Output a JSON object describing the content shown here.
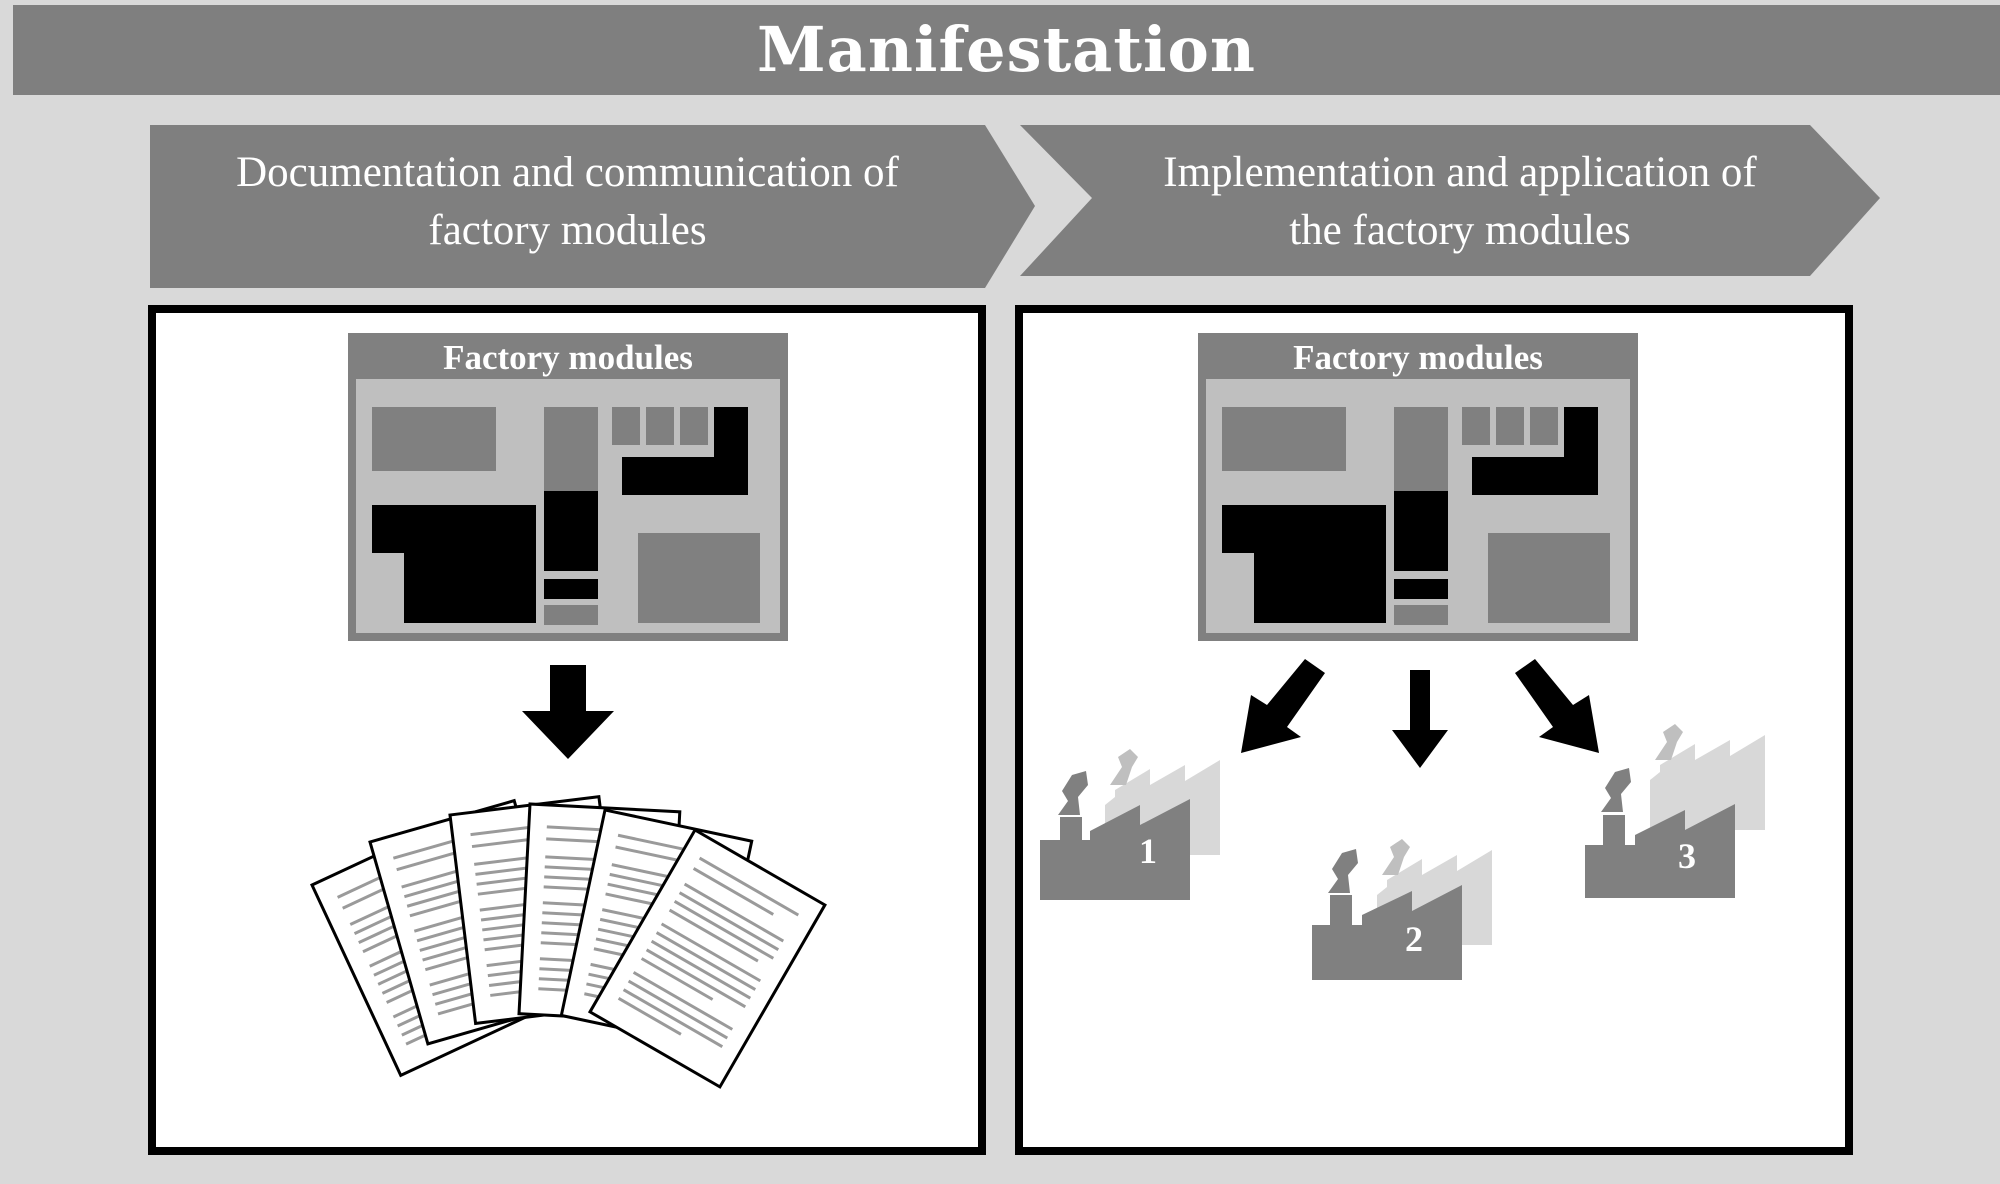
{
  "title": "Manifestation",
  "phases": [
    {
      "line1": "Documentation and communication of",
      "line2": "factory modules"
    },
    {
      "line1": "Implementation and application of",
      "line2": "the factory modules"
    }
  ],
  "modules_title_left": "Factory modules",
  "modules_title_right": "Factory modules",
  "plants": [
    "1",
    "2",
    "3"
  ],
  "colors": {
    "background": "#d9d9d9",
    "header": "#7f7f7f",
    "chevron": "#7f7f7f",
    "module_gray": "#808080",
    "module_light": "#bfbfbf",
    "module_dark": "#000000",
    "plant_gray": "#808080",
    "plant_light": "#d8d8d8"
  },
  "icons": [
    "arrow-down-icon",
    "documents-icon",
    "factory-icon"
  ]
}
